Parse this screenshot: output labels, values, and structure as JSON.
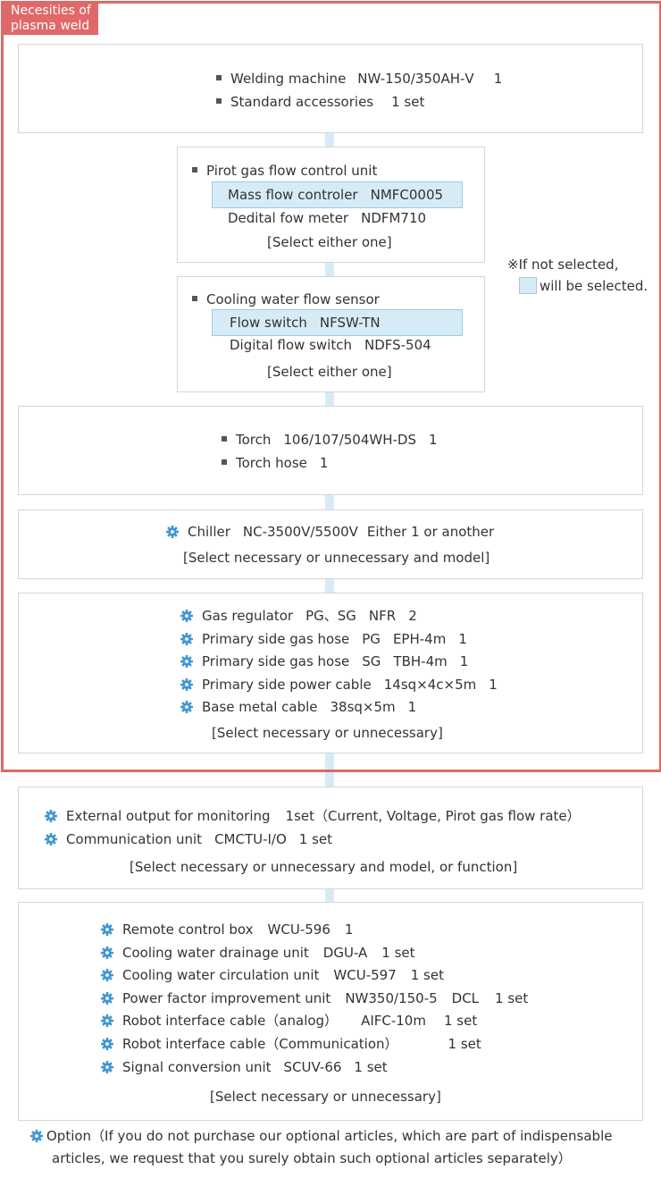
{
  "tag": [
    "Necesities of",
    "plasma weld"
  ],
  "legend": {
    "line1": "※If not selected,",
    "line2": "will be selected."
  },
  "welding": {
    "item1": [
      "Welding machine",
      "NW-150/350AH-Ⅴ",
      "1"
    ],
    "item2": [
      "Standard accessories",
      "1 set"
    ]
  },
  "pirot": {
    "title": "Pirot gas  flow control unit",
    "opt1": [
      "Mass flow controler",
      "NMFC0005"
    ],
    "opt2": [
      "Dedital fow meter",
      "NDFM710"
    ],
    "note": "[Select either one]"
  },
  "cooling": {
    "title": "Cooling water flow sensor",
    "opt1": [
      "Flow switch",
      "NFSW-TN"
    ],
    "opt2": [
      "Digital flow switch",
      "NDFS-504"
    ],
    "note": "[Select either one]"
  },
  "torch": {
    "item1": [
      "Torch",
      "106/107/504WH-DS",
      "1"
    ],
    "item2": [
      "Torch hose",
      "1"
    ]
  },
  "chiller": {
    "item": [
      "Chiller",
      "NC-3500V/5500V",
      "Either 1 or another"
    ],
    "note": "[Select necessary or unnecessary and model]"
  },
  "gas": {
    "items": [
      [
        "Gas regulator",
        "PG、SG",
        "NFR",
        "2"
      ],
      [
        "Primary side gas hose",
        "PG",
        "EPH-4m",
        "1"
      ],
      [
        "Primary side gas hose",
        "SG",
        "TBH-4m",
        "1"
      ],
      [
        "Primary side power cable",
        "14sq×4c×5m",
        "1"
      ],
      [
        "Base metal cable",
        "38sq×5m",
        "1"
      ]
    ],
    "note": "[Select necessary or unnecessary]"
  },
  "external": {
    "items": [
      [
        "External output for monitoring",
        "1set（Current, Voltage, Pirot gas flow rate）"
      ],
      [
        "Communication unit",
        "CMCTU-I/O",
        "1 set"
      ]
    ],
    "note": "[Select necessary or unnecessary and model, or function]"
  },
  "options": {
    "items": [
      [
        "Remote control box",
        "WCU-596",
        "1"
      ],
      [
        "Cooling water drainage unit",
        "DGU-A",
        "1 set"
      ],
      [
        "Cooling water circulation unit",
        "WCU-597",
        "1 set"
      ],
      [
        "Power factor improvement unit",
        "NW350/150-5",
        "DCL",
        "1 set"
      ],
      [
        "Robot interface cable（analog）",
        "AIFC-10m",
        "1 set"
      ],
      [
        "Robot interface cable（Communication）",
        "1 set"
      ],
      [
        "Signal conversion unit",
        "SCUV-66",
        "1 set"
      ]
    ],
    "note": "[Select necessary or unnecessary]"
  },
  "footer": {
    "line1": "Option（If you do not purchase our optional articles, which are part of indispensable",
    "line2": "articles, we request that you surely obtain such optional articles separately）"
  },
  "colors": {
    "frame": "#e06868",
    "highlight": "#d6ebf6",
    "icon": "#3f97d1"
  }
}
